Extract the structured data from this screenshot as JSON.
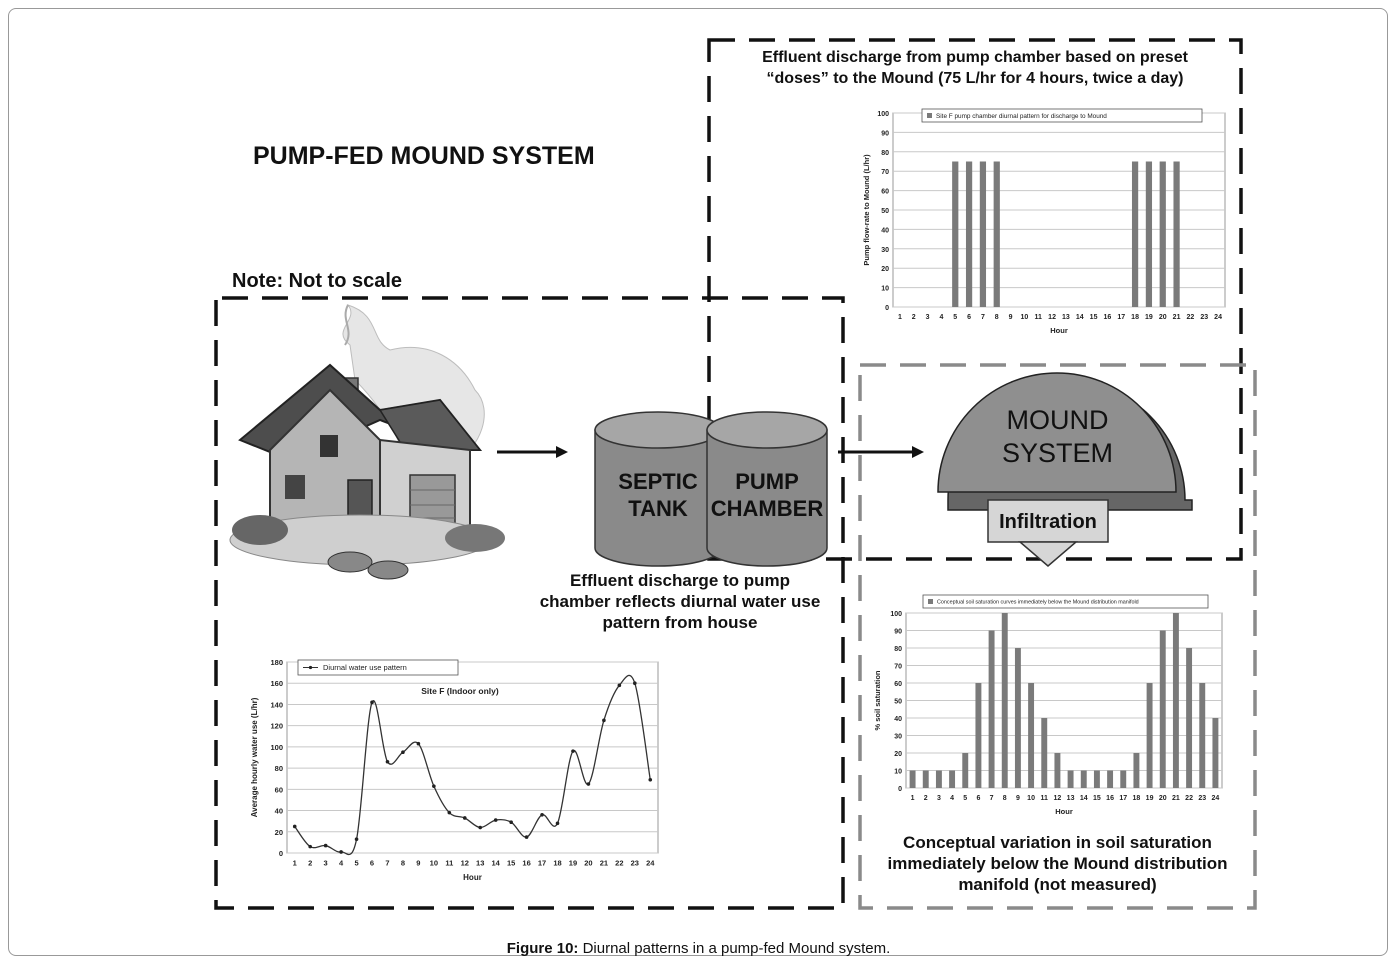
{
  "figure": {
    "title": "PUMP-FED MOUND SYSTEM",
    "note": "Note: Not to scale",
    "caption_bold": "Figure 10:",
    "caption_text": " Diurnal patterns in a pump-fed Mound system."
  },
  "components": {
    "septic_line1": "SEPTIC",
    "septic_line2": "TANK",
    "pump_line1": "PUMP",
    "pump_line2": "CHAMBER",
    "mound_line1": "MOUND",
    "mound_line2": "SYSTEM",
    "infiltration": "Infiltration"
  },
  "annotations": {
    "pump_discharge_line1": "Effluent discharge from pump chamber based on preset",
    "pump_discharge_line2": "“doses” to the Mound (75 L/hr for 4 hours, twice a day)",
    "effluent_line1": "Effluent discharge to pump",
    "effluent_line2": "chamber reflects diurnal water use",
    "effluent_line3": "pattern from house",
    "soil_line1": "Conceptual variation in soil saturation",
    "soil_line2": "immediately below the Mound distribution",
    "soil_line3": "manifold (not measured)"
  },
  "colors": {
    "bar": "#7a7a7a",
    "cylinder": "#8a8a8a",
    "cylinder_top": "#9a9a9a",
    "mound": "#8f8f8f",
    "infiltration_box": "#d6d6d6",
    "dashed_black": "#111111",
    "dashed_grey": "#888888"
  },
  "chart_data": [
    {
      "type": "bar",
      "legend": "Site F pump chamber diurnal pattern for discharge to Mound",
      "xlabel": "Hour",
      "ylabel": "Pump flow-rate to Mound (L/hr)",
      "ylim": [
        0,
        100
      ],
      "yticks": [
        0,
        10,
        20,
        30,
        40,
        50,
        60,
        70,
        80,
        90,
        100
      ],
      "categories": [
        "1",
        "2",
        "3",
        "4",
        "5",
        "6",
        "7",
        "8",
        "9",
        "10",
        "11",
        "12",
        "13",
        "14",
        "15",
        "16",
        "17",
        "18",
        "19",
        "20",
        "21",
        "22",
        "23",
        "24"
      ],
      "values": [
        0,
        0,
        0,
        0,
        75,
        75,
        75,
        75,
        0,
        0,
        0,
        0,
        0,
        0,
        0,
        0,
        0,
        75,
        75,
        75,
        75,
        0,
        0,
        0
      ],
      "grid": true
    },
    {
      "type": "line",
      "legend": "Diurnal water use pattern",
      "annotation": "Site F (Indoor only)",
      "xlabel": "Hour",
      "ylabel": "Average hourly water use (L/hr)",
      "ylim": [
        0,
        180
      ],
      "yticks": [
        0,
        20,
        40,
        60,
        80,
        100,
        120,
        140,
        160,
        180
      ],
      "categories": [
        "1",
        "2",
        "3",
        "4",
        "5",
        "6",
        "7",
        "8",
        "9",
        "10",
        "11",
        "12",
        "13",
        "14",
        "15",
        "16",
        "17",
        "18",
        "19",
        "20",
        "21",
        "22",
        "23",
        "24"
      ],
      "values": [
        25,
        6,
        7,
        1,
        13,
        142,
        86,
        95,
        103,
        63,
        38,
        33,
        24,
        31,
        29,
        15,
        36,
        28,
        96,
        65,
        125,
        158,
        160,
        69
      ],
      "grid": true
    },
    {
      "type": "bar",
      "legend": "Conceptual soil saturation curves immediately below the Mound distribution manifold",
      "xlabel": "Hour",
      "ylabel": "% soil saturation",
      "ylim": [
        0,
        100
      ],
      "yticks": [
        0,
        10,
        20,
        30,
        40,
        50,
        60,
        70,
        80,
        90,
        100
      ],
      "categories": [
        "1",
        "2",
        "3",
        "4",
        "5",
        "6",
        "7",
        "8",
        "9",
        "10",
        "11",
        "12",
        "13",
        "14",
        "15",
        "16",
        "17",
        "18",
        "19",
        "20",
        "21",
        "22",
        "23",
        "24"
      ],
      "values": [
        10,
        10,
        10,
        10,
        20,
        60,
        90,
        100,
        80,
        60,
        40,
        20,
        10,
        10,
        10,
        10,
        10,
        20,
        60,
        90,
        100,
        80,
        60,
        40
      ],
      "grid": true
    }
  ]
}
